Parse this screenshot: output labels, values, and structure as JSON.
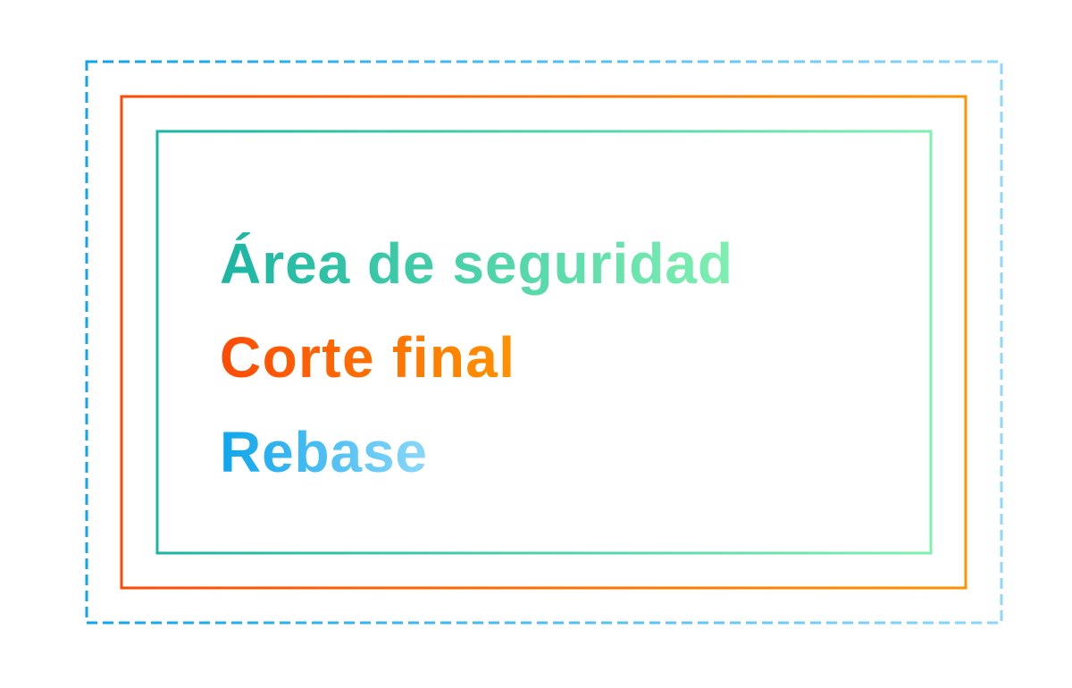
{
  "labels": {
    "safe_area": "Área de seguridad",
    "trim": "Corte final",
    "bleed": "Rebase"
  },
  "colors": {
    "safe_start": "#1ab5a3",
    "safe_end": "#7ef0b0",
    "trim_start": "#ff4a05",
    "trim_end": "#ff9200",
    "bleed_start": "#0ea5ec",
    "bleed_end": "#8ad8fb"
  }
}
